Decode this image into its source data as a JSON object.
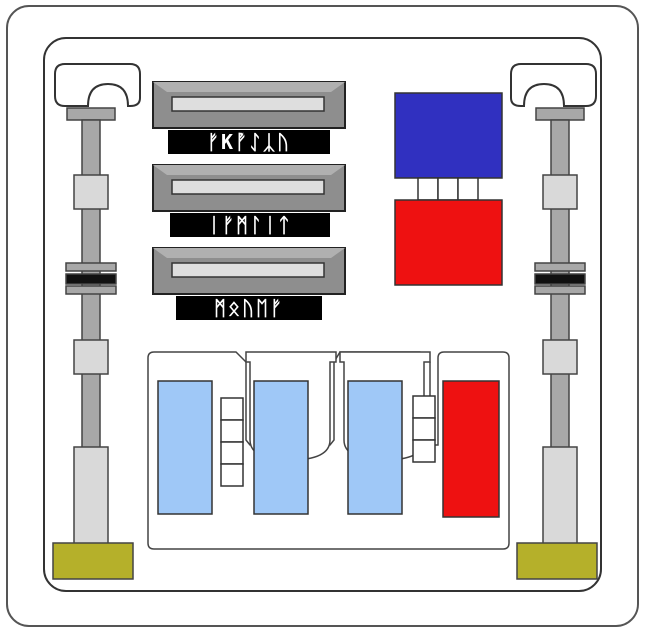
{
  "panel": {
    "labels": [
      {
        "text": "ᚠKᚡᛇᛣᚢ"
      },
      {
        "text": "ᛁᚠᛗᛚᛁᛏ"
      },
      {
        "text": "ᛗᛟᚢᛖᚠ"
      }
    ]
  },
  "colors": {
    "outline": "#555555",
    "panel_bg": "#ffffff",
    "pillar_light": "#d9d9d9",
    "pillar_dark": "#a8a8a8",
    "pillar_stroke": "#444444",
    "base_olive": "#b5b02a",
    "slot_dark": "#8e8e8e",
    "slot_light": "#dedede",
    "label_bg": "#000000",
    "blue": "#3030c0",
    "red": "#ee1111",
    "light_blue": "#9fc8f7"
  }
}
